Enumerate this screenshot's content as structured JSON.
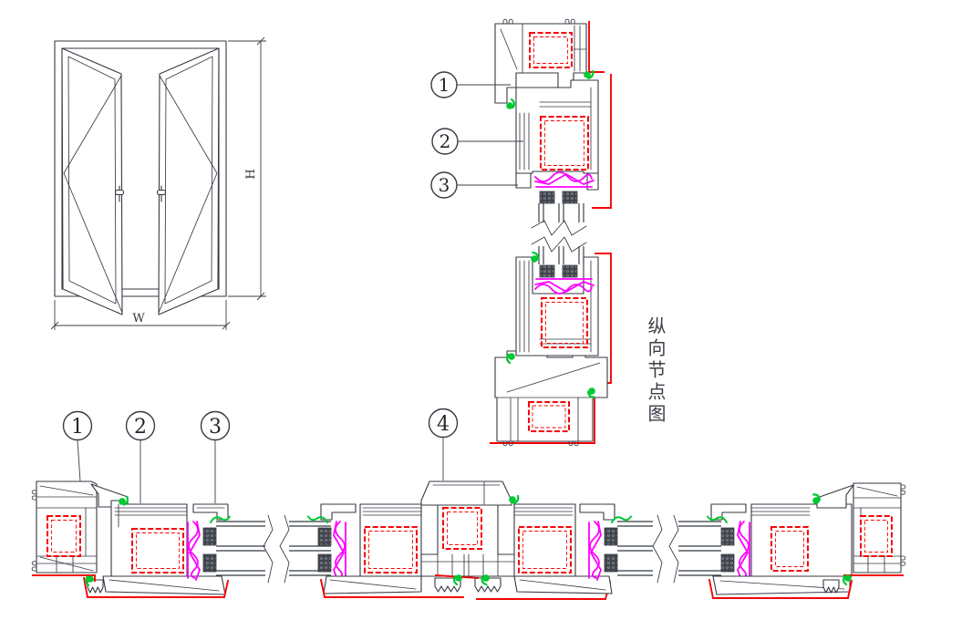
{
  "drawing_type": "upvc-door-window-node-detail",
  "palette": {
    "background": "#ffffff",
    "outline": "#353a42",
    "exterior_contour_red": "#f40505",
    "steel_reinforcement_red": "#f40505",
    "seal_gasket_green": "#00c832",
    "glazing_gasket_magenta": "#ff00ff",
    "spacer_block_fill": "#41454d"
  },
  "elevation": {
    "height_label": "H",
    "width_label": "W"
  },
  "vertical_section": {
    "caption": "纵向节点图",
    "callouts": [
      {
        "num": "1"
      },
      {
        "num": "2"
      },
      {
        "num": "3"
      }
    ]
  },
  "horizontal_section": {
    "callouts": [
      {
        "num": "1"
      },
      {
        "num": "2"
      },
      {
        "num": "3"
      },
      {
        "num": "4"
      }
    ]
  }
}
